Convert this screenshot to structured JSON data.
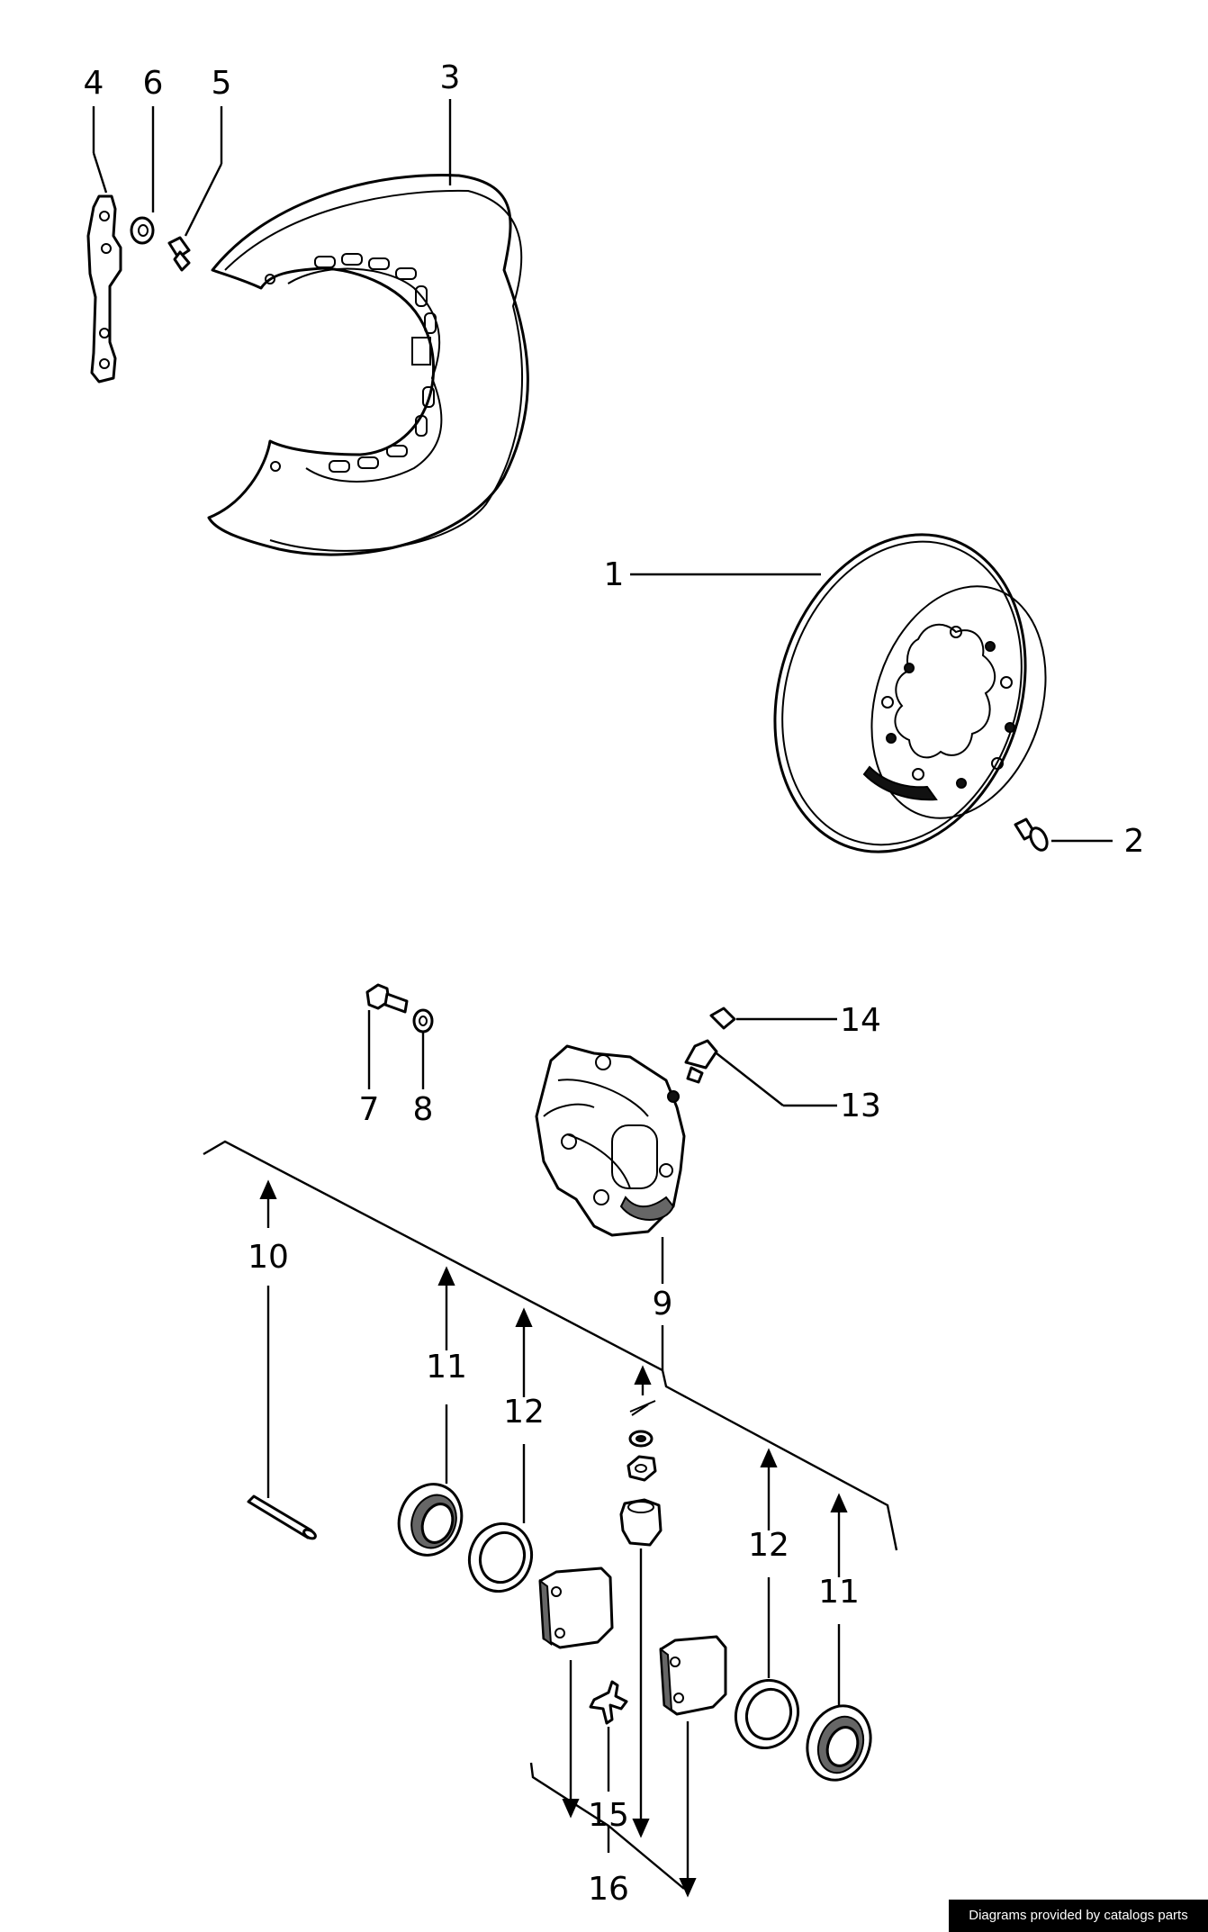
{
  "callouts": {
    "c1": "1",
    "c2": "2",
    "c3": "3",
    "c4": "4",
    "c5": "5",
    "c6": "6",
    "c7": "7",
    "c8": "8",
    "c9": "9",
    "c10": "10",
    "c11a": "11",
    "c11b": "11",
    "c12a": "12",
    "c12b": "12",
    "c13": "13",
    "c14": "14",
    "c15": "15",
    "c16": "16"
  },
  "credit": "Diagrams provided by catalogs parts"
}
